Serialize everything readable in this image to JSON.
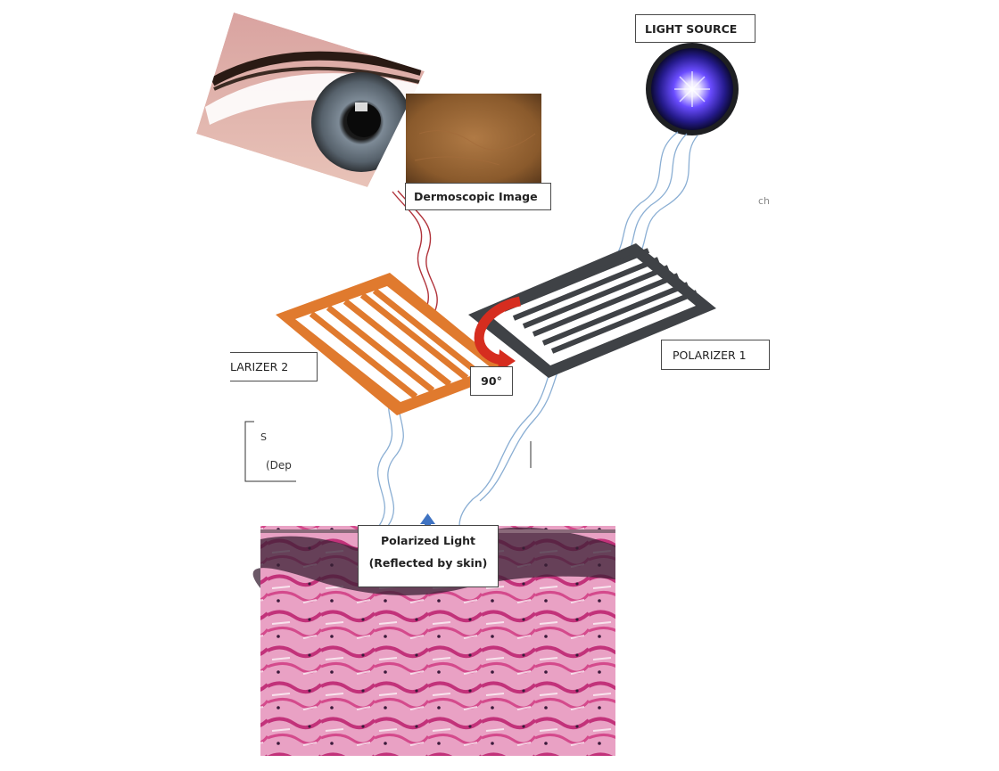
{
  "labels": {
    "light_source": "LIGHT SOURCE",
    "dermoscopic_image": "Dermoscopic Image",
    "polarizer_1": "POLARIZER 1",
    "polarizer_2": "LARIZER 2",
    "angle": "90°",
    "polarized_light_line1": "Polarized Light",
    "polarized_light_line2": "(Reflected by skin)",
    "fragment_right": "ch",
    "fragment_left_1": "S",
    "fragment_left_2": "(Dep"
  },
  "colors": {
    "polarizer_2": "#e07a2e",
    "polarizer_1": "#3f4246",
    "arrow": "#d62d1f",
    "light_glow": "#6a4cff",
    "skin_tissue": "#e35a9a"
  },
  "icons": {
    "eye": "eye-photo",
    "dermoscopy": "dermoscopic-photo",
    "light": "light-bulb-glow",
    "tissue": "skin-histology-photo",
    "arrow_up": "up-arrow-icon",
    "rotate": "rotate-arrow-icon"
  }
}
